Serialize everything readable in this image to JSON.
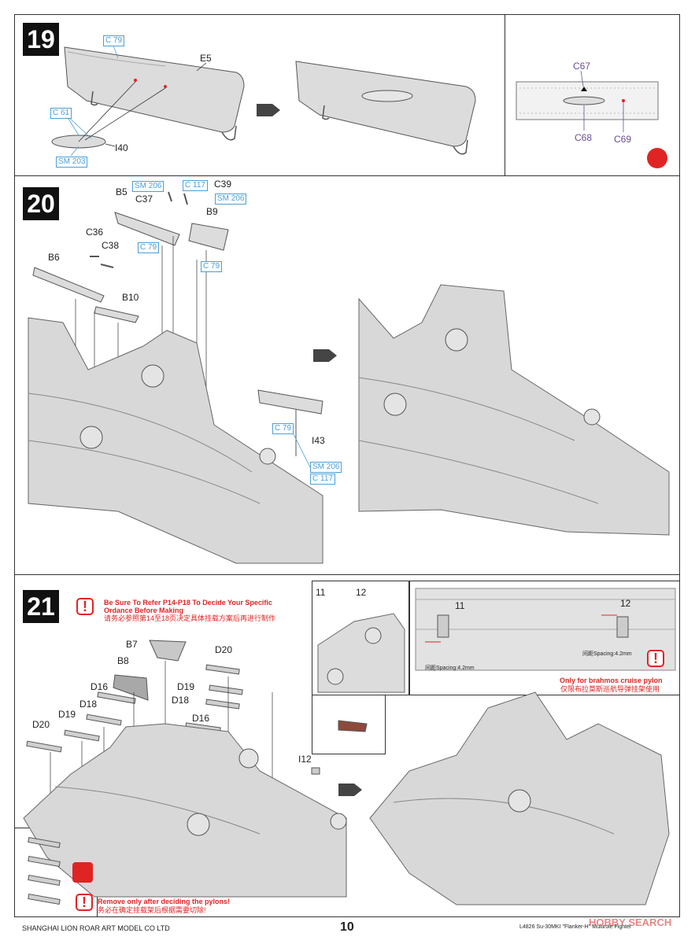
{
  "step19": {
    "number": "19",
    "parts": {
      "e5": "E5",
      "i40": "I40"
    },
    "blue": {
      "c79": "C 79",
      "c61": "C 61",
      "sm203": "SM 203"
    },
    "side_view": {
      "c67": "C67",
      "c68": "C68",
      "c69": "C69"
    }
  },
  "step20": {
    "number": "20",
    "parts": {
      "b5": "B5",
      "c37": "C37",
      "c39": "C39",
      "b9": "B9",
      "c36": "C36",
      "c38": "C38",
      "b6": "B6",
      "b10": "B10",
      "i43": "I43"
    },
    "blue": {
      "sm206a": "SM 206",
      "c117a": "C 117",
      "sm206b": "SM 206",
      "c79a": "C 79",
      "c79b": "C 79",
      "c79c": "C 79",
      "sm206c": "SM 206",
      "c117b": "C 117"
    }
  },
  "step21": {
    "number": "21",
    "warning_en": "Be Sure To Refer P14-P18 To Decide Your Specific Ordance Before Making",
    "warning_en_line1": "Be Sure To Refer P14-P18 To Decide Your Specific",
    "warning_en_line2": "Ordance Before Making",
    "warning_cn": "请务必参照第14至18页决定具体挂载方案后再进行制作",
    "parts": {
      "b7": "B7",
      "b8": "B8",
      "d20a": "D20",
      "d16a": "D16",
      "d19a": "D19",
      "d18a": "D18",
      "d18b": "D18",
      "d19b": "D19",
      "d16b": "D16",
      "d20b": "D20",
      "i12": "I12",
      "n11": "11",
      "n12": "12"
    },
    "detail": {
      "n11": "11",
      "n12": "12",
      "spacing_left": "间距Spacing:4.2mm",
      "spacing_right": "间距Spacing:4.2mm"
    },
    "brahmos_en": "Only for brahmos cruise pylon",
    "brahmos_cn": "仅限布拉莫斯巡航导弹挂架使用",
    "remove_en": "Remove only after deciding the pylons!",
    "remove_cn": "务必在确定挂载架后根据需要切除!"
  },
  "footer": {
    "company": "SHANGHAI LION ROAR ART MODEL CO LTD",
    "page": "10",
    "product": "L4826 Su-30MKI \"Flanker-H\" Multirole Fighter",
    "watermark": "HOBBY SEARCH"
  },
  "colors": {
    "panel_border": "#333333",
    "blue": "#4a9fd8",
    "red": "#e02424",
    "purple": "#6b4c9a",
    "part_grey": "#d8d8d8"
  }
}
